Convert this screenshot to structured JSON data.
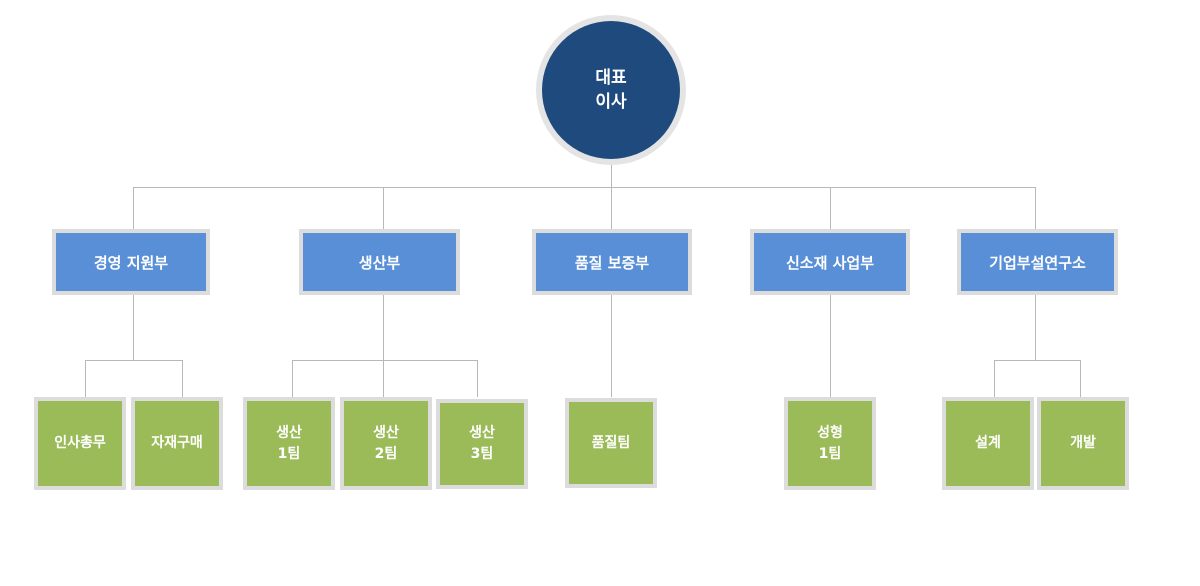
{
  "colors": {
    "ceo": "#1f4a7e",
    "department": "#598fd6",
    "team": "#9bbb59",
    "border": "#dcdcdc",
    "line": "#b8b8b8"
  },
  "root": {
    "label_line1": "대표",
    "label_line2": "이사"
  },
  "departments": [
    {
      "label": "경영 지원부",
      "teams": [
        "인사총무",
        "자재구매"
      ]
    },
    {
      "label": "생산부",
      "teams": [
        "생산\n1팀",
        "생산\n2팀",
        "생산\n3팀"
      ]
    },
    {
      "label": "품질 보증부",
      "teams": [
        "품질팀"
      ]
    },
    {
      "label": "신소재 사업부",
      "teams": [
        "성형\n1팀"
      ]
    },
    {
      "label": "기업부설연구소",
      "teams": [
        "설계",
        "개발"
      ]
    }
  ]
}
